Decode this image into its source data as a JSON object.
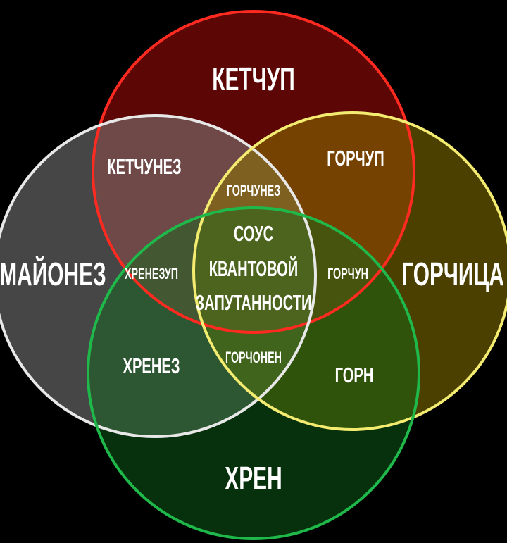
{
  "sets": [
    {
      "id": "ketchup",
      "label": "КЕТЧУП",
      "fill": "#b01010",
      "stroke": "#ff2a20"
    },
    {
      "id": "mayo",
      "label": "МАЙОНЕЗ",
      "fill": "#909090",
      "stroke": "#e8e8e8"
    },
    {
      "id": "mustard",
      "label": "ГОРЧИЦА",
      "fill": "#9a8a00",
      "stroke": "#f4ec70"
    },
    {
      "id": "horseradish",
      "label": "ХРЕН",
      "fill": "#0e5a18",
      "stroke": "#1fb84a"
    }
  ],
  "intersections": {
    "ketchup_mayo": "КЕТЧУНЕЗ",
    "ketchup_mustard": "ГОРЧУП",
    "ketchup_mayo_mustard": "ГОРЧУНЕЗ",
    "ketchup_mayo_horseradish": "ХРЕНЕЗУП",
    "ketchup_mustard_horseradish": "ГОРЧУН",
    "mayo_horseradish": "ХРЕНЕЗ",
    "mayo_mustard_horseradish": "ГОРЧОНЕН",
    "mustard_horseradish": "ГОРН",
    "all": [
      "СОУС",
      "КВАНТОВОЙ",
      "ЗАПУТАННОСТИ"
    ]
  }
}
